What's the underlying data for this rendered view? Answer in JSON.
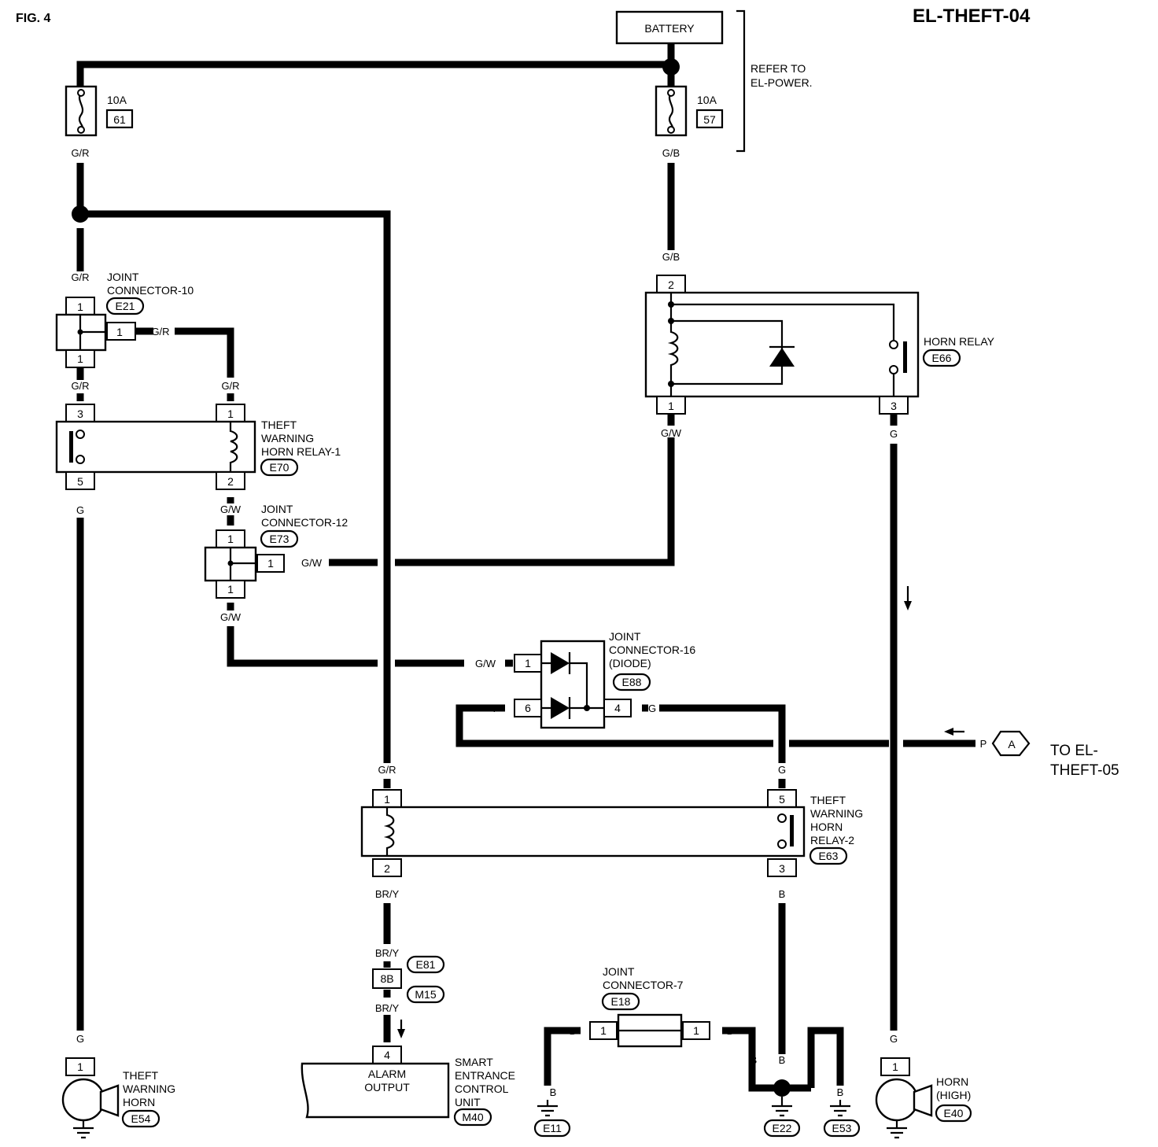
{
  "header": {
    "fig": "FIG. 4",
    "code": "EL-THEFT-04"
  },
  "battery": {
    "label": "BATTERY",
    "note_line1": "REFER TO",
    "note_line2": "EL-POWER."
  },
  "fuses": {
    "left": {
      "amp": "10A",
      "num": "61"
    },
    "right": {
      "amp": "10A",
      "num": "57"
    }
  },
  "wire_colors": {
    "gr": "G/R",
    "gb": "G/B",
    "gw": "G/W",
    "g": "G",
    "b": "B",
    "bry": "BR/Y",
    "p": "P"
  },
  "joint10": {
    "line1": "JOINT",
    "line2": "CONNECTOR-10",
    "id": "E21"
  },
  "joint12": {
    "line1": "JOINT",
    "line2": "CONNECTOR-12",
    "id": "E73"
  },
  "joint16": {
    "line1": "JOINT",
    "line2": "CONNECTOR-16",
    "line3": "(DIODE)",
    "id": "E88"
  },
  "joint7": {
    "line1": "JOINT",
    "line2": "CONNECTOR-7",
    "id": "E18"
  },
  "relay1": {
    "line1": "THEFT",
    "line2": "WARNING",
    "line3": "HORN RELAY-1",
    "id": "E70"
  },
  "relay2": {
    "line1": "THEFT",
    "line2": "WARNING",
    "line3": "HORN",
    "line4": "RELAY-2",
    "id": "E63"
  },
  "horn_relay": {
    "label": "HORN RELAY",
    "id": "E66"
  },
  "theft_horn": {
    "line1": "THEFT",
    "line2": "WARNING",
    "line3": "HORN",
    "id": "E54"
  },
  "horn_high": {
    "line1": "HORN",
    "line2": "(HIGH)",
    "id": "E40"
  },
  "secu": {
    "line1": "SMART",
    "line2": "ENTRANCE",
    "line3": "CONTROL",
    "line4": "UNIT",
    "id": "M40",
    "out1": "ALARM",
    "out2": "OUTPUT"
  },
  "inline_conn": {
    "pin": "8B",
    "id_top": "E81",
    "id_bottom": "M15"
  },
  "grounds": {
    "g1": "E11",
    "g2": "E22",
    "g3": "E53"
  },
  "offpage": {
    "tag": "A",
    "line1": "TO EL-",
    "line2": "THEFT-05"
  },
  "pins": {
    "p1": "1",
    "p2": "2",
    "p3": "3",
    "p4": "4",
    "p5": "5",
    "p6": "6"
  }
}
